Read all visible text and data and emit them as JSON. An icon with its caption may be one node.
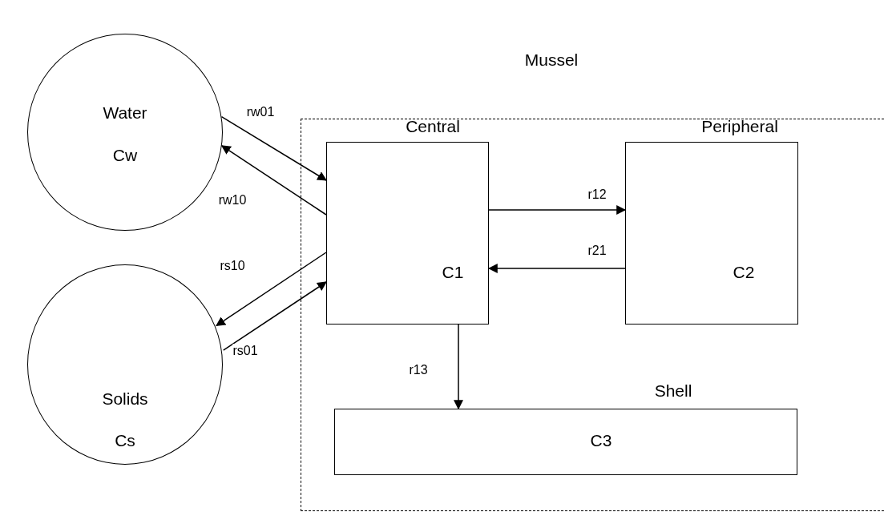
{
  "diagram": {
    "nodes": [
      {
        "text": [
          "Mussel"
        ]
      },
      {
        "text": [
          "Water",
          "Cw"
        ]
      },
      {
        "text": [
          "Solids",
          "Cs"
        ]
      },
      {
        "text": [
          "Central",
          "C1"
        ],
        "in": 0
      },
      {
        "text": [
          "Peripheral",
          "C2"
        ],
        "in": 0
      },
      {
        "text": [
          "Shell",
          "C3"
        ],
        "in": 0
      }
    ],
    "edges": [
      {
        "from": 1,
        "to": 3,
        "arrow": "to",
        "label": "rw01"
      },
      {
        "from": 3,
        "to": 1,
        "arrow": "to",
        "label": "rw10"
      },
      {
        "from": 3,
        "to": 2,
        "arrow": "to",
        "label": "rs10"
      },
      {
        "from": 2,
        "to": 3,
        "arrow": "to",
        "label": "rs01"
      },
      {
        "from": 3,
        "to": 4,
        "arrow": "to",
        "label": "r12"
      },
      {
        "from": 4,
        "to": 3,
        "arrow": "to",
        "label": "r21"
      },
      {
        "from": 3,
        "to": 5,
        "arrow": "to",
        "label": "r13"
      }
    ]
  }
}
